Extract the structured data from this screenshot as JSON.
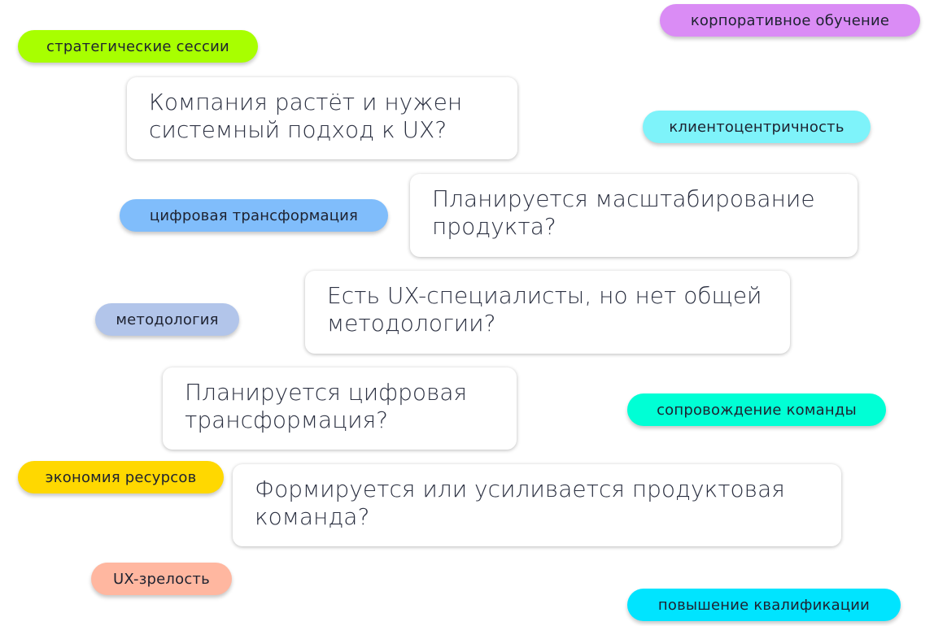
{
  "tags": [
    {
      "label": "стратегические сессии",
      "color": "#a8ff00"
    },
    {
      "label": "корпоративное обучение",
      "color": "#da8cf5"
    },
    {
      "label": "клиентоцентричность",
      "color": "#7ef3fa"
    },
    {
      "label": "цифровая трансформация",
      "color": "#80bdfb"
    },
    {
      "label": "методология",
      "color": "#b2c5ea"
    },
    {
      "label": "сопровождение команды",
      "color": "#00ffd5"
    },
    {
      "label": "экономия ресурсов",
      "color": "#ffd800"
    },
    {
      "label": "UX-зрелость",
      "color": "#ffb7a0"
    },
    {
      "label": "повышение квалификации",
      "color": "#00e4ff"
    }
  ],
  "cards": [
    {
      "text": "Компания растёт и нужен системный подход к UX?"
    },
    {
      "text": "Планируется масштабирование продукта?"
    },
    {
      "text": "Есть UX-специалисты, но нет общей методологии?"
    },
    {
      "text": "Планируется цифровая трансформация?"
    },
    {
      "text": "Формируется или усиливается продуктовая команда?"
    }
  ]
}
